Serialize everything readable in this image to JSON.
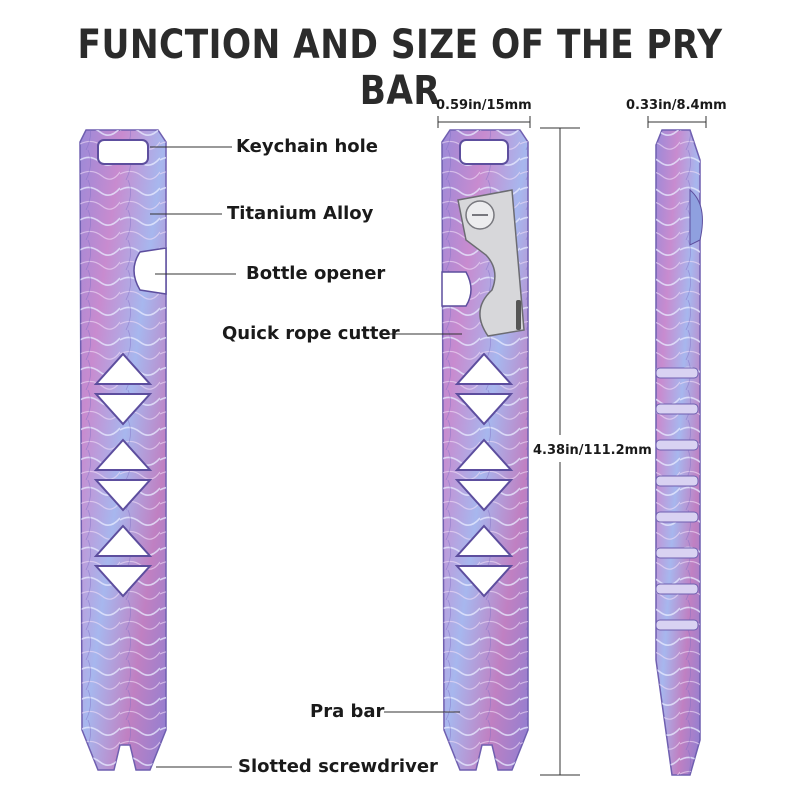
{
  "title": "FUNCTION AND SIZE OF THE PRY BAR",
  "labels": {
    "keychain_hole": "Keychain hole",
    "titanium_alloy": "Titanium Alloy",
    "bottle_opener": "Bottle opener",
    "quick_rope_cutter": "Quick rope cutter",
    "pry_bar": "Pra bar",
    "slotted_screwdriver": "Slotted screwdriver"
  },
  "dimensions": {
    "width": "0.59in/15mm",
    "thickness": "0.33in/8.4mm",
    "length": "4.38in/111.2mm"
  },
  "colors": {
    "titanium_purple": "#8c7ad6",
    "titanium_pink": "#c985c9",
    "titanium_blue": "#9ab2ee",
    "steel": "#c9c9cc"
  }
}
